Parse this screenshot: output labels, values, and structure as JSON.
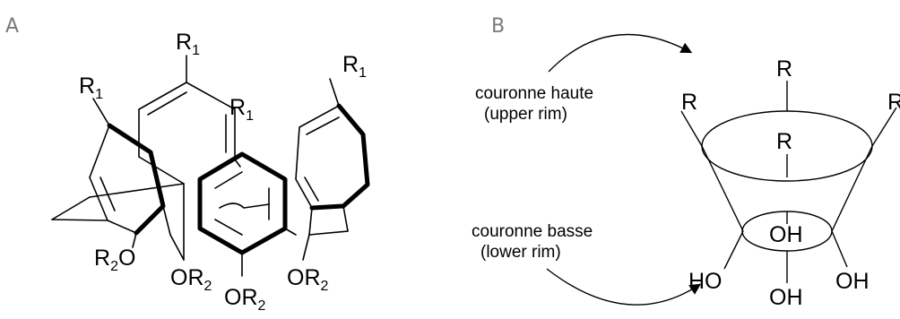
{
  "panel_a": {
    "letter": "A",
    "labels": {
      "r1_top": "R",
      "r1_top_sub": "1",
      "r1_left": "R",
      "r1_left_sub": "1",
      "r1_center": "R",
      "r1_center_sub": "1",
      "r1_right": "R",
      "r1_right_sub": "1",
      "or2_left_r": "R",
      "or2_left_sub": "2",
      "or2_left_o": "O",
      "or2_mid_o": "OR",
      "or2_mid_sub": "2",
      "or2_low_o": "OR",
      "or2_low_sub": "2",
      "or2_right_o": "OR",
      "or2_right_sub": "2"
    }
  },
  "panel_b": {
    "letter": "B",
    "upper_rim": {
      "line1": "couronne haute",
      "line2": "(upper rim)"
    },
    "lower_rim": {
      "line1": "couronne basse",
      "line2": "(lower rim)"
    },
    "substituents": {
      "r_top": "R",
      "r_left": "R",
      "r_inner": "R",
      "r_right": "R",
      "oh_inner": "OH",
      "ho_left": "HO",
      "oh_right": "OH",
      "oh_bottom": "OH"
    }
  }
}
